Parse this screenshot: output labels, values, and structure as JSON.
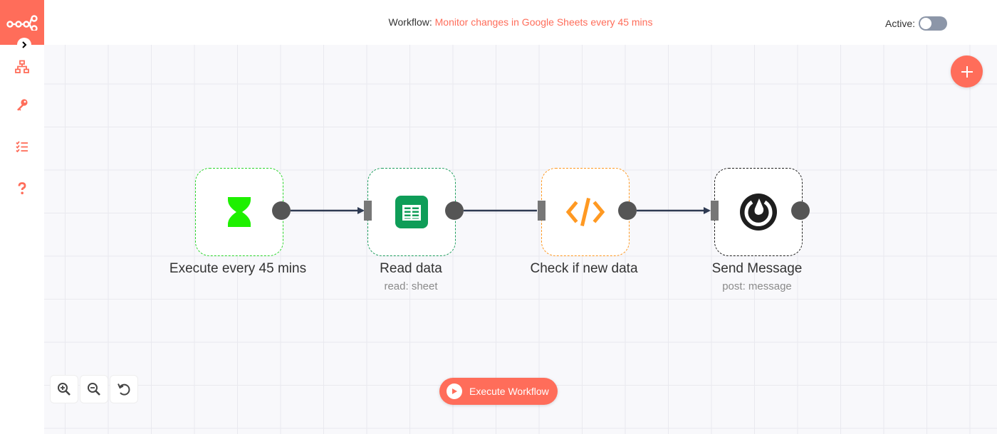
{
  "header": {
    "workflow_prefix": "Workflow:",
    "workflow_name": "Monitor changes in Google Sheets every 45 mins",
    "active_label": "Active:",
    "active_state": false
  },
  "sidebar": {
    "items": [
      {
        "icon": "network-icon",
        "label": "Workflows"
      },
      {
        "icon": "key-icon",
        "label": "Credentials"
      },
      {
        "icon": "task-list-icon",
        "label": "Executions"
      },
      {
        "icon": "question-icon",
        "label": "Help"
      }
    ]
  },
  "nodes": [
    {
      "id": "cron",
      "label": "Execute every 45 mins",
      "subtitle": "",
      "icon": "hourglass-icon",
      "border_color": "#2bd62b"
    },
    {
      "id": "sheets",
      "label": "Read data",
      "subtitle": "read: sheet",
      "icon": "google-sheets-icon",
      "border_color": "#1e9e5e"
    },
    {
      "id": "function",
      "label": "Check if new data",
      "subtitle": "",
      "icon": "code-icon",
      "border_color": "#ff9922"
    },
    {
      "id": "mattermost",
      "label": "Send Message",
      "subtitle": "post: message",
      "icon": "mattermost-icon",
      "border_color": "#222222"
    }
  ],
  "toolbar": {
    "execute_label": "Execute Workflow"
  },
  "colors": {
    "brand": "#ff6d5a",
    "canvas": "#f8f8fb",
    "connection": "#2e3a52"
  }
}
